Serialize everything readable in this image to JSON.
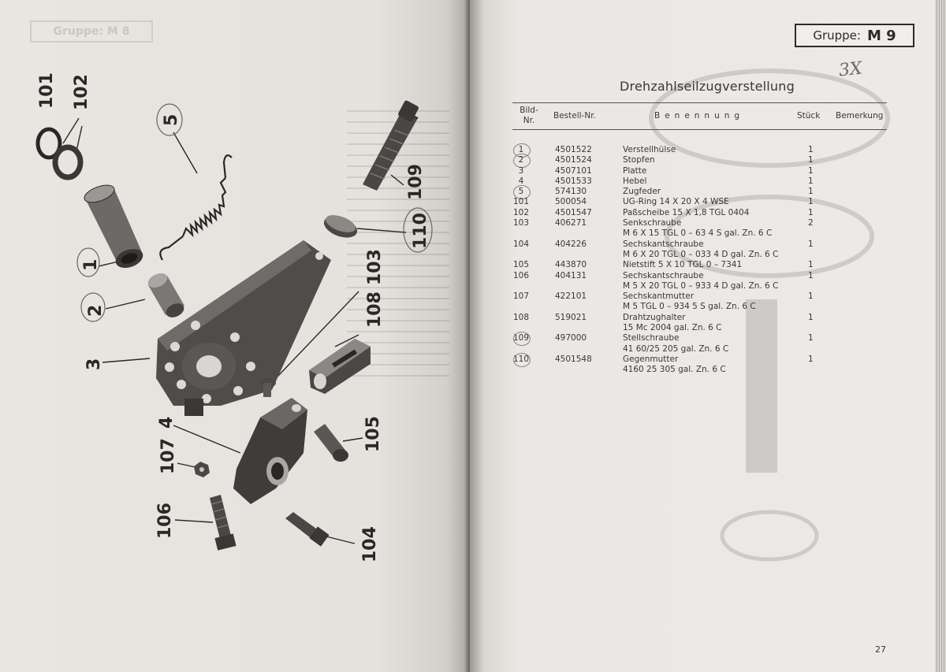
{
  "left_page": {
    "header_ghost": "Gruppe: M 8",
    "callouts": [
      {
        "id": "c101",
        "label": "101"
      },
      {
        "id": "c102",
        "label": "102"
      },
      {
        "id": "c5",
        "label": "5"
      },
      {
        "id": "c109",
        "label": "109"
      },
      {
        "id": "c110",
        "label": "110"
      },
      {
        "id": "c103",
        "label": "103"
      },
      {
        "id": "c1",
        "label": "1"
      },
      {
        "id": "c2",
        "label": "2"
      },
      {
        "id": "c3",
        "label": "3"
      },
      {
        "id": "c108",
        "label": "108"
      },
      {
        "id": "c4",
        "label": "4"
      },
      {
        "id": "c107",
        "label": "107"
      },
      {
        "id": "c105",
        "label": "105"
      },
      {
        "id": "c106",
        "label": "106"
      },
      {
        "id": "c104",
        "label": "104"
      }
    ]
  },
  "right_page": {
    "group_label": "Gruppe:",
    "group_code": "M 9",
    "handnote": "3X",
    "title": "Drehzahlseilzugverstellung",
    "headers": {
      "bild": "Bild-",
      "bild_nr": "Nr.",
      "bestell": "Bestell-Nr.",
      "benennung": "Benennung",
      "stueck": "Stück",
      "bemerkung": "Bemerkung"
    },
    "rows": [
      {
        "pos": "1",
        "nr": "4501522",
        "name": "Verstellhülse",
        "qty": "1",
        "circled": true
      },
      {
        "pos": "2",
        "nr": "4501524",
        "name": "Stopfen",
        "qty": "1",
        "circled": true
      },
      {
        "pos": "3",
        "nr": "4507101",
        "name": "Platte",
        "qty": "1",
        "circled": false
      },
      {
        "pos": "4",
        "nr": "4501533",
        "name": "Hebel",
        "qty": "1",
        "circled": false
      },
      {
        "pos": "5",
        "nr": "574130",
        "name": "Zugfeder",
        "qty": "1",
        "circled": true
      },
      {
        "pos": "101",
        "nr": "500054",
        "name": "UG-Ring  14 X 20 X 4  WSE",
        "qty": "1",
        "circled": false
      },
      {
        "pos": "102",
        "nr": "4501547",
        "name": "Paßscheibe  15 X 1,8  TGL 0404",
        "qty": "1",
        "circled": false
      },
      {
        "pos": "103",
        "nr": "406271",
        "name": "Senkschraube",
        "qty": "2",
        "circled": false
      },
      {
        "pos": "",
        "nr": "",
        "name": "M 6 X 15  TGL 0 – 63 4 S  gal. Zn. 6 C",
        "qty": "",
        "circled": false
      },
      {
        "pos": "104",
        "nr": "404226",
        "name": "Sechskantschraube",
        "qty": "1",
        "circled": false
      },
      {
        "pos": "",
        "nr": "",
        "name": "M 6 X 20  TGL 0 – 033 4 D  gal. Zn. 6 C",
        "qty": "",
        "circled": false
      },
      {
        "pos": "105",
        "nr": "443870",
        "name": "Nietstift  5 X 10  TGL 0 – 7341",
        "qty": "1",
        "circled": false
      },
      {
        "pos": "106",
        "nr": "404131",
        "name": "Sechskantschraube",
        "qty": "1",
        "circled": false
      },
      {
        "pos": "",
        "nr": "",
        "name": "M 5 X 20  TGL 0 – 933 4 D  gal. Zn. 6 C",
        "qty": "",
        "circled": false
      },
      {
        "pos": "107",
        "nr": "422101",
        "name": "Sechskantmutter",
        "qty": "1",
        "circled": false
      },
      {
        "pos": "",
        "nr": "",
        "name": "M 5  TGL 0 – 934 5 S  gal. Zn. 6 C",
        "qty": "",
        "circled": false
      },
      {
        "pos": "108",
        "nr": "519021",
        "name": "Drahtzughalter",
        "qty": "1",
        "circled": false
      },
      {
        "pos": "",
        "nr": "",
        "name": "15 Mc 2004  gal. Zn. 6 C",
        "qty": "",
        "circled": false
      },
      {
        "pos": "109",
        "nr": "497000",
        "name": "Stellschraube",
        "qty": "1",
        "circled": true
      },
      {
        "pos": "",
        "nr": "",
        "name": "41  60/25 205  gal. Zn. 6 C",
        "qty": "",
        "circled": false
      },
      {
        "pos": "110",
        "nr": "4501548",
        "name": "Gegenmutter",
        "qty": "1",
        "circled": true
      },
      {
        "pos": "",
        "nr": "",
        "name": "4160  25  305  gal. Zn. 6 C",
        "qty": "",
        "circled": false
      }
    ],
    "page_number": "27"
  }
}
